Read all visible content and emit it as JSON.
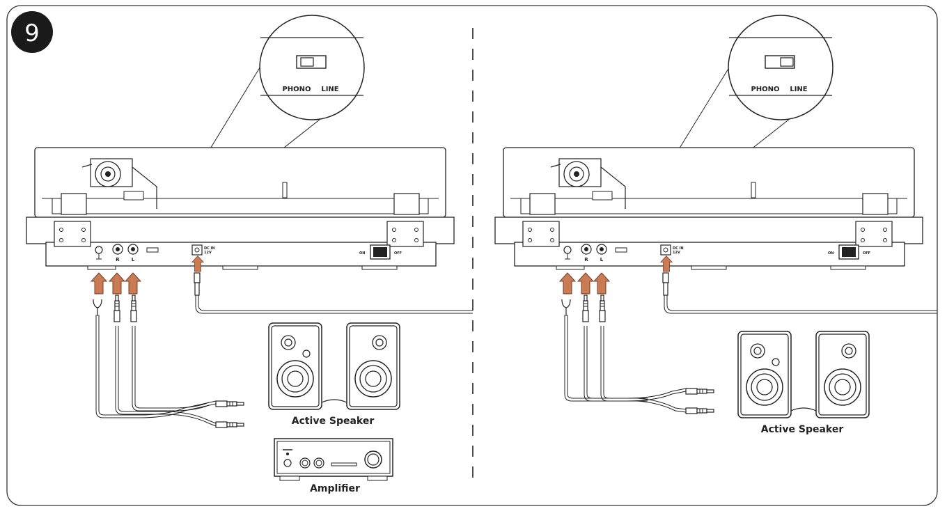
{
  "step_number": "9",
  "colors": {
    "outline": "#222222",
    "arrow_fill": "#c97b55",
    "arrow_stroke": "#7a3d20",
    "badge": "#1a1a1a"
  },
  "left_panel": {
    "switch_position": "PHONO",
    "zoom": {
      "phono_label": "PHONO",
      "line_label": "LINE"
    },
    "jack_labels": {
      "r": "R",
      "l": "L"
    },
    "dc_label": "DC IN\n12V",
    "power_on": "ON",
    "power_off": "OFF",
    "speaker_label": "Active Speaker",
    "amplifier_label": "Amplifier"
  },
  "right_panel": {
    "switch_position": "LINE",
    "zoom": {
      "phono_label": "PHONO",
      "line_label": "LINE"
    },
    "jack_labels": {
      "r": "R",
      "l": "L"
    },
    "dc_label": "DC IN\n12V",
    "power_on": "ON",
    "power_off": "OFF",
    "speaker_label": "Active Speaker"
  }
}
